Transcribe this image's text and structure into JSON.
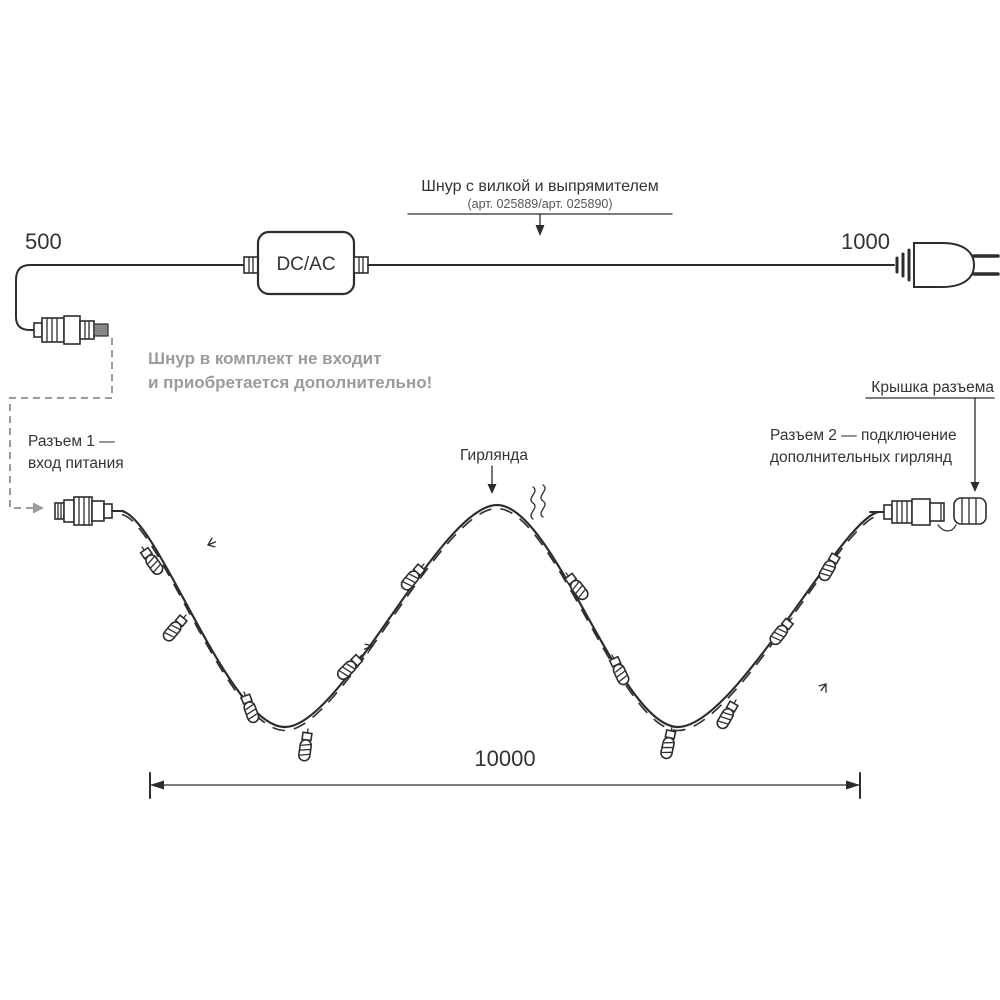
{
  "labels": {
    "dim_left": "500",
    "dim_right": "1000",
    "dim_bottom": "10000",
    "converter": "DC/AC",
    "cord_title": "Шнур с вилкой и выпрямителем",
    "cord_article": "(арт. 025889/арт. 025890)",
    "note_line1": "Шнур в комплект не входит",
    "note_line2": "и приобретается дополнительно!",
    "connector1_line1": "Разъем 1 —",
    "connector1_line2": "вход питания",
    "garland": "Гирлянда",
    "connector2_line1": "Разъем 2 — подключение",
    "connector2_line2": "дополнительных гирлянд",
    "cap": "Крышка разъема"
  },
  "colors": {
    "line": "#2d2d2d",
    "note": "#9b9b9b",
    "dashed": "#9b9b9b",
    "background": "#ffffff"
  }
}
